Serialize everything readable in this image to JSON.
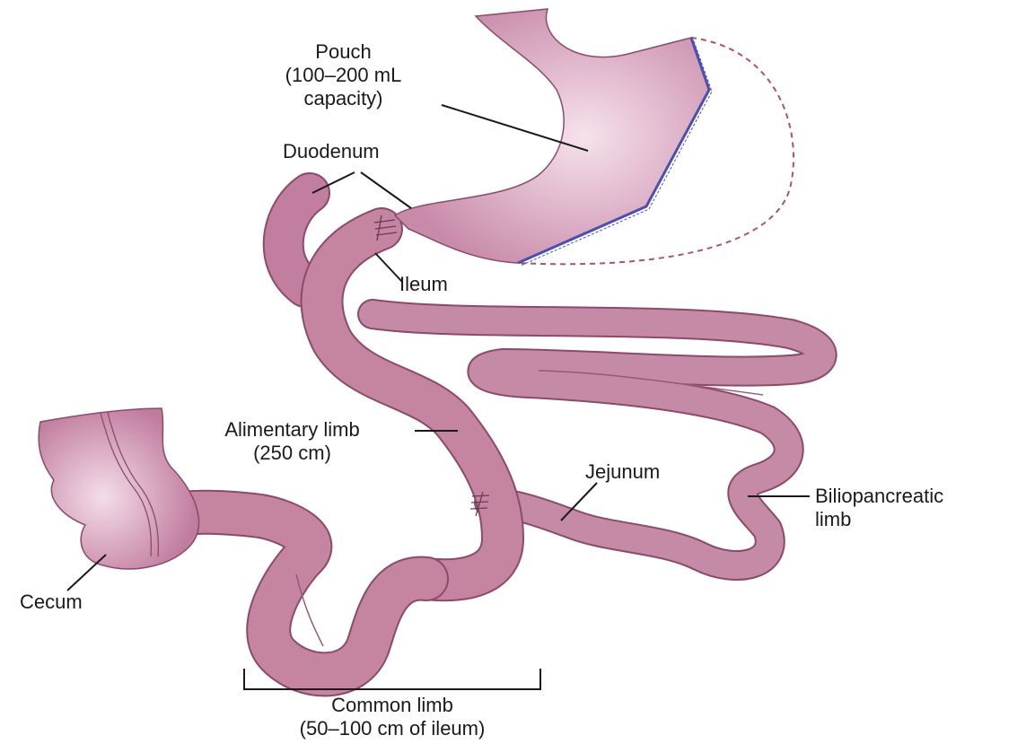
{
  "labels": {
    "pouch": [
      "Pouch",
      "(100–200 mL",
      "capacity)"
    ],
    "duodenum": "Duodenum",
    "ileum": "Ileum",
    "alimentary": [
      "Alimentary limb",
      "(250 cm)"
    ],
    "jejunum": "Jejunum",
    "biliopancreatic": [
      "Biliopancreatic",
      "limb"
    ],
    "cecum": "Cecum",
    "common": [
      "Common limb",
      "(50–100 cm of ileum)"
    ]
  },
  "colors": {
    "tissue": "#c17fa0",
    "tissue_highlight": "#f3dbe8",
    "outline": "#8a4b6a",
    "staple_line": "#4a4fb0",
    "dashed_outline": "#b0506f",
    "leader": "#1a1a1a"
  }
}
